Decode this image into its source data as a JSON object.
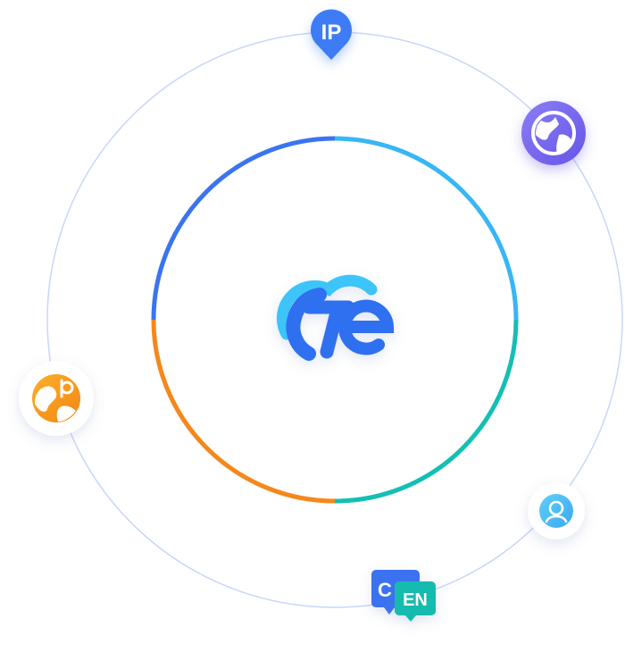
{
  "colors": {
    "outer_ring": "#C9D6F7",
    "ring_blue": "#3A74F0",
    "ring_sky": "#38B6F5",
    "ring_teal": "#14BFB4",
    "ring_orange": "#F5871C",
    "ip_pin": "#3D7BF5",
    "globe_purple": "#7A6CF0",
    "globe_orange": "#F59A1A",
    "user_sky": "#4FC3F7",
    "lang_blue": "#3B72F0",
    "lang_teal": "#19BBAF",
    "logo_blue": "#2F6FF0",
    "logo_light": "#3CC4F8"
  },
  "icons": {
    "ip": "location-pin-icon",
    "globe_purple": "globe-icon",
    "globe_orange": "world-map-icon",
    "user": "user-icon",
    "language": "translate-icon",
    "logo": "cloud-logo-icon"
  },
  "labels": {
    "ip": "IP",
    "lang_cn": "C",
    "lang_en": "EN"
  }
}
